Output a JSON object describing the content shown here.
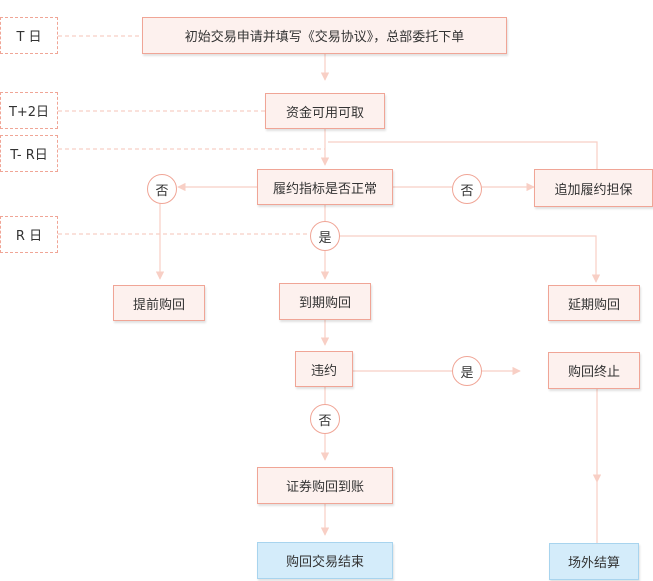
{
  "day_labels": {
    "t": "T 日",
    "t2": "T+2日",
    "tr": "T- R日",
    "r": "R 日"
  },
  "nodes": {
    "initial": "初始交易申请并填写《交易协议》，总部委托下单",
    "funds": "资金可用可取",
    "check": "履约指标是否正常",
    "add_collateral": "追加履约担保",
    "early": "提前购回",
    "due": "到期购回",
    "extend": "延期购回",
    "default": "违约",
    "terminate": "购回终止",
    "securities": "证券购回到账",
    "end": "购回交易结束",
    "offsite": "场外结算"
  },
  "decisions": {
    "no_left": "否",
    "no_right": "否",
    "yes_check": "是",
    "yes_default": "是",
    "no_default": "否"
  },
  "colors": {
    "box_fill": "#fdf1ee",
    "box_border": "#f0a596",
    "final_fill": "#d4ecfa",
    "final_border": "#a8d4ee",
    "connector": "#f8cfc5"
  }
}
